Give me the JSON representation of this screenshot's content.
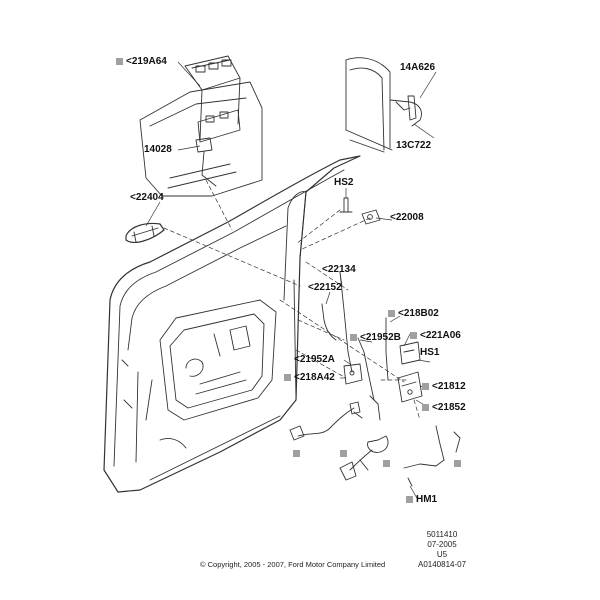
{
  "labels": {
    "l219a64": "<219A64",
    "l14a626": "14A626",
    "l13c722": "13C722",
    "l14028": "14028",
    "l22404": "<22404",
    "lhs2": "HS2",
    "l22008": "<22008",
    "l22134": "<22134",
    "l22152": "<22152",
    "l218b02": "<218B02",
    "l21952b": "<21952B",
    "l221a06": "<221A06",
    "l21952a": "<21952A",
    "lhs1": "HS1",
    "l218a42": "<218A42",
    "l21812": "<21812",
    "l21852": "<21852",
    "lhm1": "HM1"
  },
  "meta": {
    "line1": "5011410",
    "line2": "07-2005",
    "line3": "U5",
    "line4": "A0140814-07"
  },
  "copyright": "© Copyright, 2005 - 2007, Ford Motor Company Limited",
  "colors": {
    "line": "#333333",
    "square": "#a0a0a0",
    "text": "#111111"
  }
}
